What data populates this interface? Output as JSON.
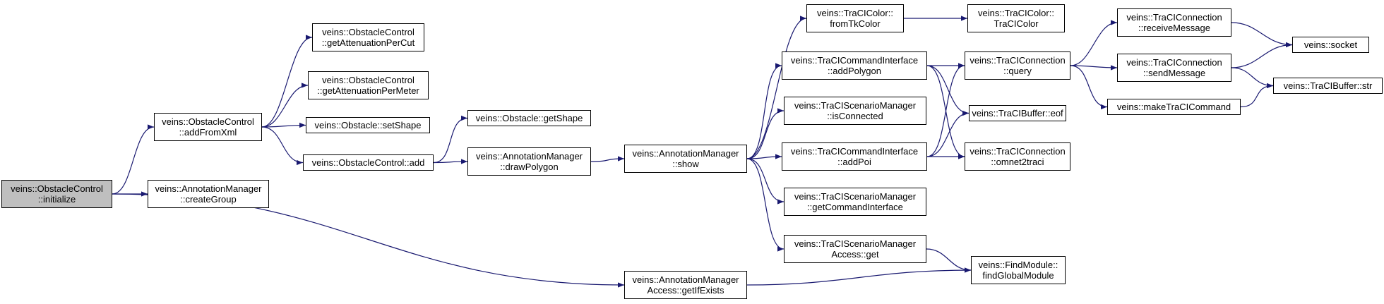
{
  "diagram": {
    "edge_color": "#191970",
    "root_fill": "#bfbfbf",
    "node_fill": "#ffffff",
    "nodes": {
      "initialize": {
        "lines": [
          "veins::ObstacleControl",
          "::initialize"
        ],
        "root": true
      },
      "addFromXml": {
        "lines": [
          "veins::ObstacleControl",
          "::addFromXml"
        ]
      },
      "createGroup": {
        "lines": [
          "veins::AnnotationManager",
          "::createGroup"
        ]
      },
      "getAttnPerCut": {
        "lines": [
          "veins::ObstacleControl",
          "::getAttenuationPerCut"
        ]
      },
      "getAttnPerMeter": {
        "lines": [
          "veins::ObstacleControl",
          "::getAttenuationPerMeter"
        ]
      },
      "setShape": {
        "lines": [
          "veins::Obstacle::setShape"
        ]
      },
      "ocAdd": {
        "lines": [
          "veins::ObstacleControl::add"
        ]
      },
      "getShape": {
        "lines": [
          "veins::Obstacle::getShape"
        ]
      },
      "drawPolygon": {
        "lines": [
          "veins::AnnotationManager",
          "::drawPolygon"
        ]
      },
      "show": {
        "lines": [
          "veins::AnnotationManager",
          "::show"
        ]
      },
      "getIfExists": {
        "lines": [
          "veins::AnnotationManager",
          "Access::getIfExists"
        ]
      },
      "fromTkColor": {
        "lines": [
          "veins::TraCIColor::",
          "fromTkColor"
        ]
      },
      "addPolygon": {
        "lines": [
          "veins::TraCICommandInterface",
          "::addPolygon"
        ]
      },
      "isConnected": {
        "lines": [
          "veins::TraCIScenarioManager",
          "::isConnected"
        ]
      },
      "addPoi": {
        "lines": [
          "veins::TraCICommandInterface",
          "::addPoi"
        ]
      },
      "getCommandInterface": {
        "lines": [
          "veins::TraCIScenarioManager",
          "::getCommandInterface"
        ]
      },
      "smAccessGet": {
        "lines": [
          "veins::TraCIScenarioManager",
          "Access::get"
        ]
      },
      "traciColor": {
        "lines": [
          "veins::TraCIColor::",
          "TraCIColor"
        ]
      },
      "query": {
        "lines": [
          "veins::TraCIConnection",
          "::query"
        ]
      },
      "eof": {
        "lines": [
          "veins::TraCIBuffer::eof"
        ]
      },
      "omnet2traci": {
        "lines": [
          "veins::TraCIConnection",
          "::omnet2traci"
        ]
      },
      "findGlobalModule": {
        "lines": [
          "veins::FindModule::",
          "findGlobalModule"
        ]
      },
      "receiveMessage": {
        "lines": [
          "veins::TraCIConnection",
          "::receiveMessage"
        ]
      },
      "sendMessage": {
        "lines": [
          "veins::TraCIConnection",
          "::sendMessage"
        ]
      },
      "makeTraCICommand": {
        "lines": [
          "veins::makeTraCICommand"
        ]
      },
      "socket": {
        "lines": [
          "veins::socket"
        ]
      },
      "str": {
        "lines": [
          "veins::TraCIBuffer::str"
        ]
      }
    },
    "edges": [
      [
        "initialize",
        "addFromXml"
      ],
      [
        "initialize",
        "createGroup"
      ],
      [
        "initialize",
        "getIfExists"
      ],
      [
        "addFromXml",
        "getAttnPerCut"
      ],
      [
        "addFromXml",
        "getAttnPerMeter"
      ],
      [
        "addFromXml",
        "setShape"
      ],
      [
        "addFromXml",
        "ocAdd"
      ],
      [
        "ocAdd",
        "getShape"
      ],
      [
        "ocAdd",
        "drawPolygon"
      ],
      [
        "drawPolygon",
        "show"
      ],
      [
        "show",
        "fromTkColor"
      ],
      [
        "show",
        "addPolygon"
      ],
      [
        "show",
        "isConnected"
      ],
      [
        "show",
        "addPoi"
      ],
      [
        "show",
        "getCommandInterface"
      ],
      [
        "show",
        "smAccessGet"
      ],
      [
        "fromTkColor",
        "traciColor"
      ],
      [
        "addPolygon",
        "query"
      ],
      [
        "addPolygon",
        "eof"
      ],
      [
        "addPolygon",
        "omnet2traci"
      ],
      [
        "addPoi",
        "query"
      ],
      [
        "addPoi",
        "eof"
      ],
      [
        "addPoi",
        "omnet2traci"
      ],
      [
        "smAccessGet",
        "findGlobalModule"
      ],
      [
        "getIfExists",
        "findGlobalModule"
      ],
      [
        "query",
        "receiveMessage"
      ],
      [
        "query",
        "sendMessage"
      ],
      [
        "query",
        "makeTraCICommand"
      ],
      [
        "receiveMessage",
        "socket"
      ],
      [
        "sendMessage",
        "socket"
      ],
      [
        "sendMessage",
        "str"
      ],
      [
        "makeTraCICommand",
        "str"
      ]
    ]
  }
}
